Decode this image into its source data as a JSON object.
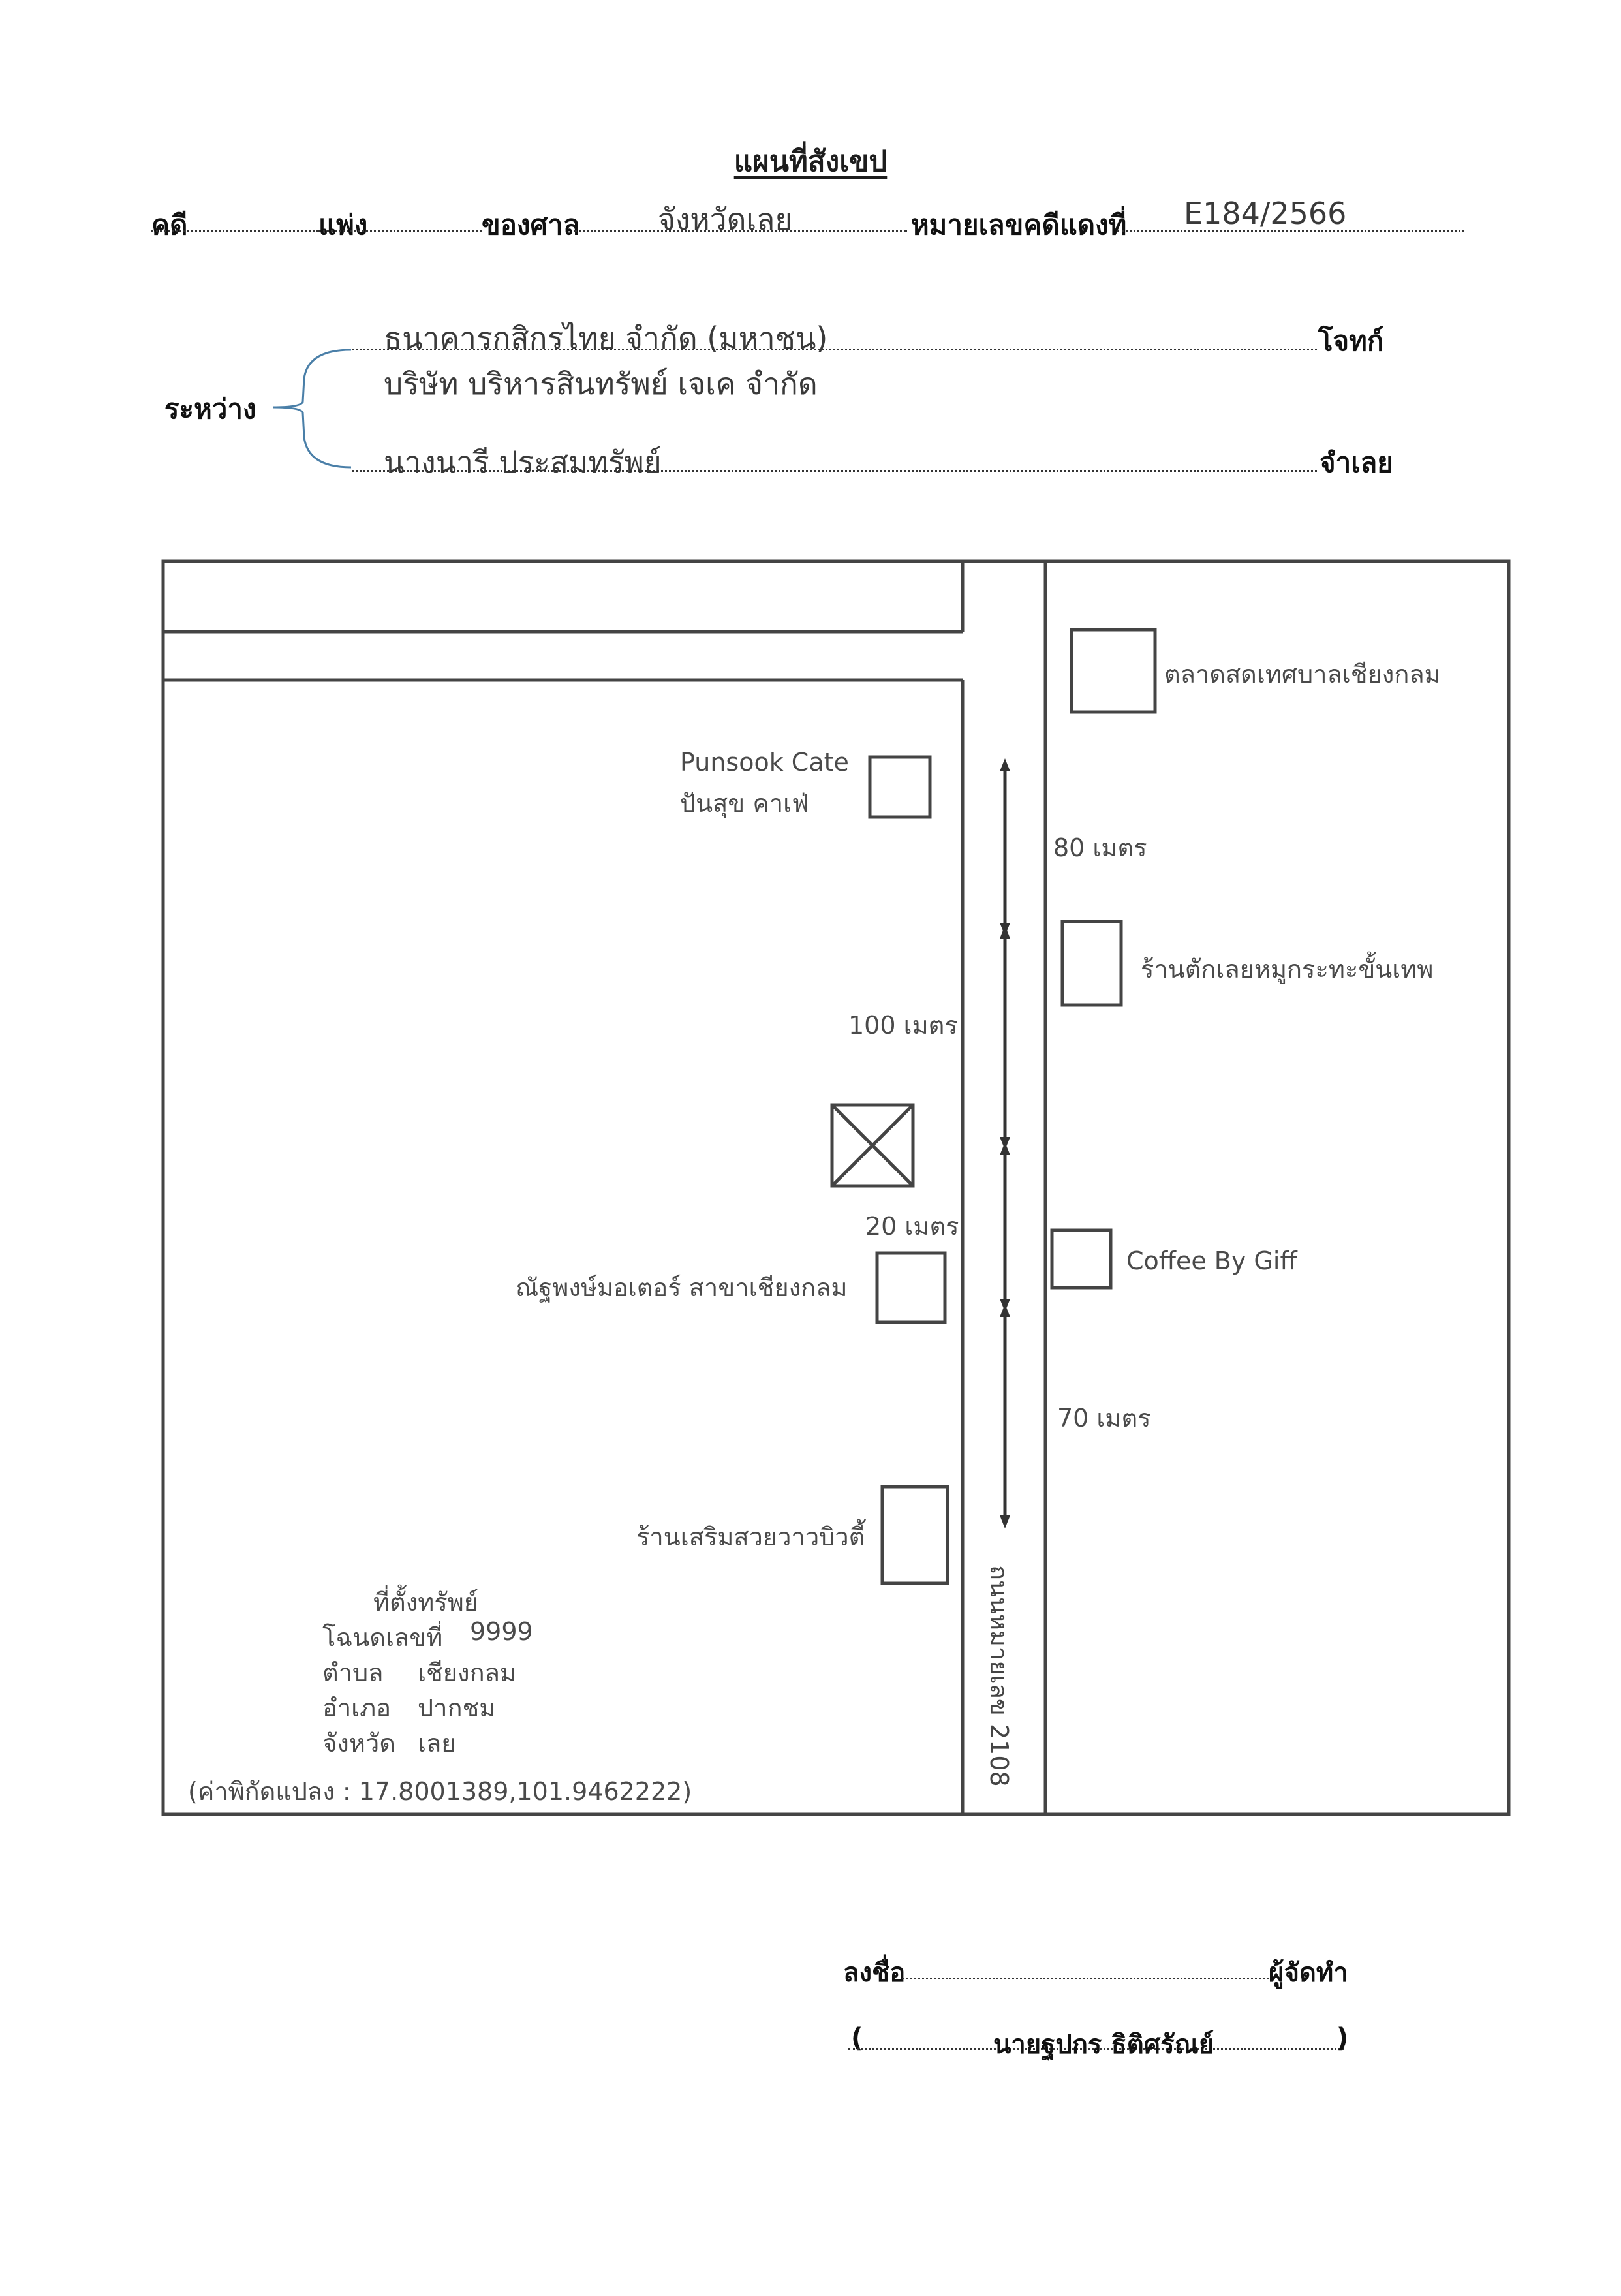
{
  "header": {
    "title": "แผนที่สังเขป",
    "case_label": "คดี",
    "case_type": "แพ่ง",
    "court_label": "ของศาล",
    "court_name": "จังหวัดเลย",
    "red_case_label": "หมายเลขคดีแดงที่",
    "red_case_number": "E184/2566"
  },
  "parties": {
    "between_label": "ระหว่าง",
    "plaintiffs": [
      "ธนาคารกสิกรไทย จำกัด (มหาชน)",
      "บริษัท บริหารสินทรัพย์ เจเค จำกัด"
    ],
    "plaintiff_role": "โจทก์",
    "defendant": "นางนารี ประสมทรัพย์",
    "defendant_role": "จำเลย"
  },
  "map": {
    "road_label": "ถนนหมายเลข 2108",
    "landmarks": {
      "market": "ตลาดสดเทศบาลเชียงกลม",
      "cafe_en": "Punsook Cate",
      "cafe_th": "ปันสุข คาเฟ่",
      "butcher": "ร้านตักเลยหมูกระทะขั้นเทพ",
      "coffee": "Coffee By Giff",
      "motor": "ณัฐพงษ์มอเตอร์ สาขาเชียงกลม",
      "salon": "ร้านเสริมสวยวาวบิวตี้"
    },
    "distances": {
      "d80": "80 เมตร",
      "d100": "100 เมตร",
      "d20": "20 เมตร",
      "d70": "70 เมตร"
    },
    "property": {
      "heading": "ที่ตั้งทรัพย์",
      "deed_label": "โฉนดเลขที่",
      "deed_value": "9999",
      "subdistrict_label": "ตำบล",
      "subdistrict_value": "เชียงกลม",
      "district_label": "อำเภอ",
      "district_value": "ปากชม",
      "province_label": "จังหวัด",
      "province_value": "เลย",
      "coordinates": "(ค่าพิกัดแปลง : 17.8001389,101.9462222)"
    }
  },
  "signature": {
    "sign_label": "ลงชื่อ",
    "role": "ผู้จัดทำ",
    "open_paren": "(",
    "name": "นายฐปกร ธิติศรัณย์",
    "close_paren": ")"
  },
  "colors": {
    "ink": "#1d1d1d",
    "line": "#444444",
    "bracket": "#4a7fa8"
  }
}
